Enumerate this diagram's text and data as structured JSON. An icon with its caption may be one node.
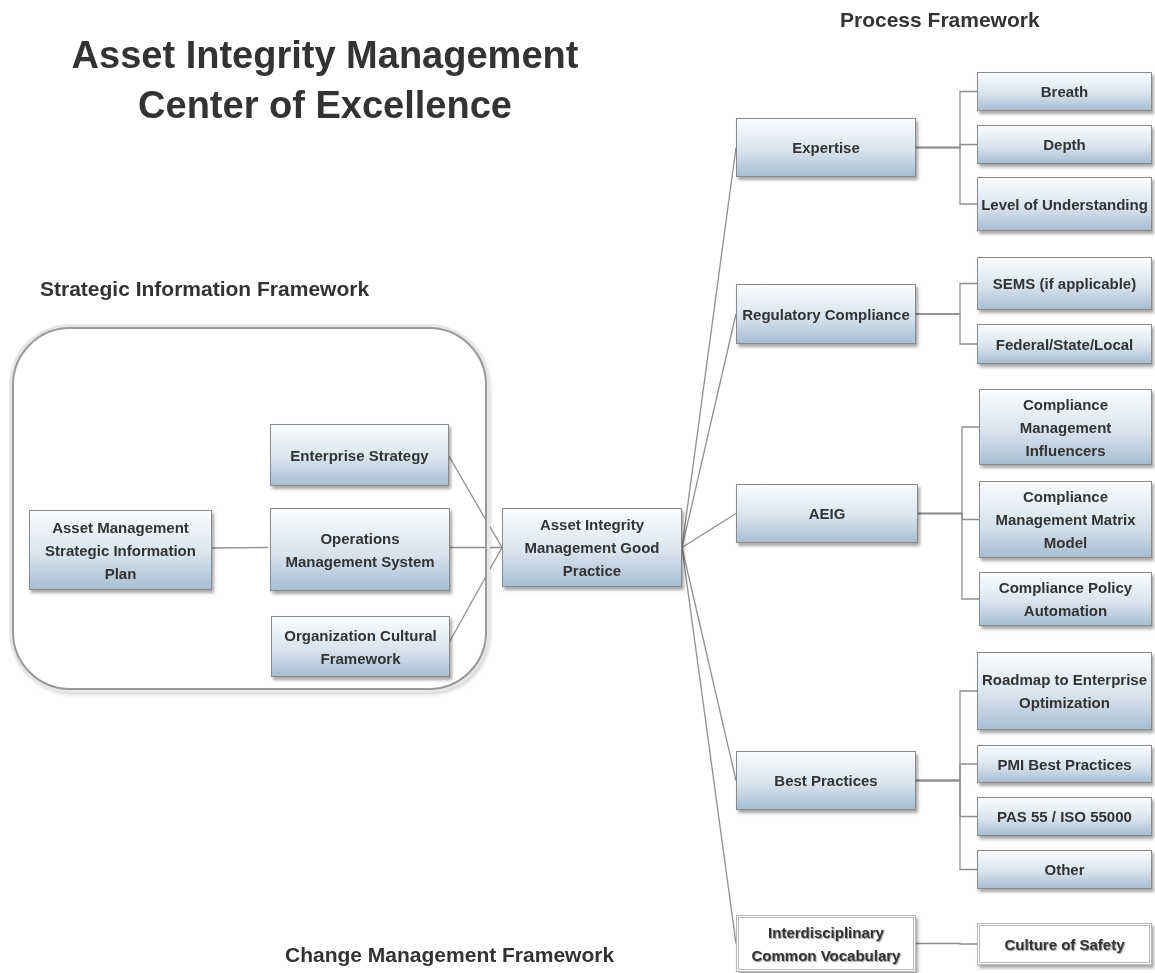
{
  "diagram": {
    "title": "Asset Integrity Management Center of Excellence",
    "nodes": [
      {
        "text": [
          "Strategic Information Framework"
        ]
      },
      {
        "text": [
          "Asset Management Strategic Information Plan"
        ],
        "in": 0
      },
      {
        "text": [
          "Enterprise Strategy"
        ],
        "in": 0
      },
      {
        "text": [
          "Operations Management System"
        ],
        "in": 0
      },
      {
        "text": [
          "Organization Cultural Framework"
        ],
        "in": 0
      },
      {
        "text": [
          "Asset Integrity Management Good Practice"
        ]
      },
      {
        "text": [
          "Expertise"
        ]
      },
      {
        "text": [
          "Regulatory Compliance"
        ]
      },
      {
        "text": [
          "AEIG"
        ]
      },
      {
        "text": [
          "Best Practices"
        ]
      },
      {
        "text": [
          "Interdisciplinary Common Vocabulary"
        ]
      },
      {
        "text": [
          "Breath"
        ]
      },
      {
        "text": [
          "Depth"
        ]
      },
      {
        "text": [
          "Level of Understanding"
        ]
      },
      {
        "text": [
          "SEMS (if applicable)"
        ]
      },
      {
        "text": [
          "Federal/State/Local"
        ]
      },
      {
        "text": [
          "Compliance Management Influencers"
        ]
      },
      {
        "text": [
          "Compliance Management Matrix Model"
        ]
      },
      {
        "text": [
          "Compliance Policy Automation"
        ]
      },
      {
        "text": [
          "Roadmap to Enterprise Optimization"
        ]
      },
      {
        "text": [
          "PMI Best Practices"
        ]
      },
      {
        "text": [
          "PAS 55 / ISO 55000"
        ]
      },
      {
        "text": [
          "Other"
        ]
      },
      {
        "text": [
          "Culture of Safety"
        ]
      }
    ],
    "edges": [
      {
        "from": 1,
        "to": 3,
        "arrow": "none"
      },
      {
        "from": 2,
        "to": 5,
        "arrow": "none"
      },
      {
        "from": 3,
        "to": 5,
        "arrow": "none"
      },
      {
        "from": 4,
        "to": 5,
        "arrow": "none"
      },
      {
        "from": 5,
        "to": 6,
        "arrow": "none"
      },
      {
        "from": 5,
        "to": 7,
        "arrow": "none"
      },
      {
        "from": 5,
        "to": 8,
        "arrow": "none"
      },
      {
        "from": 5,
        "to": 9,
        "arrow": "none"
      },
      {
        "from": 5,
        "to": 10,
        "arrow": "none"
      },
      {
        "from": 6,
        "to": 11,
        "arrow": "none"
      },
      {
        "from": 6,
        "to": 12,
        "arrow": "none"
      },
      {
        "from": 6,
        "to": 13,
        "arrow": "none"
      },
      {
        "from": 7,
        "to": 14,
        "arrow": "none"
      },
      {
        "from": 7,
        "to": 15,
        "arrow": "none"
      },
      {
        "from": 8,
        "to": 16,
        "arrow": "none"
      },
      {
        "from": 8,
        "to": 17,
        "arrow": "none"
      },
      {
        "from": 8,
        "to": 18,
        "arrow": "none"
      },
      {
        "from": 9,
        "to": 19,
        "arrow": "none"
      },
      {
        "from": 9,
        "to": 20,
        "arrow": "none"
      },
      {
        "from": 9,
        "to": 21,
        "arrow": "none"
      },
      {
        "from": 9,
        "to": 22,
        "arrow": "none"
      },
      {
        "from": 10,
        "to": 23,
        "arrow": "none"
      }
    ],
    "labels": [
      "Process Framework",
      "Change Management Framework"
    ]
  }
}
